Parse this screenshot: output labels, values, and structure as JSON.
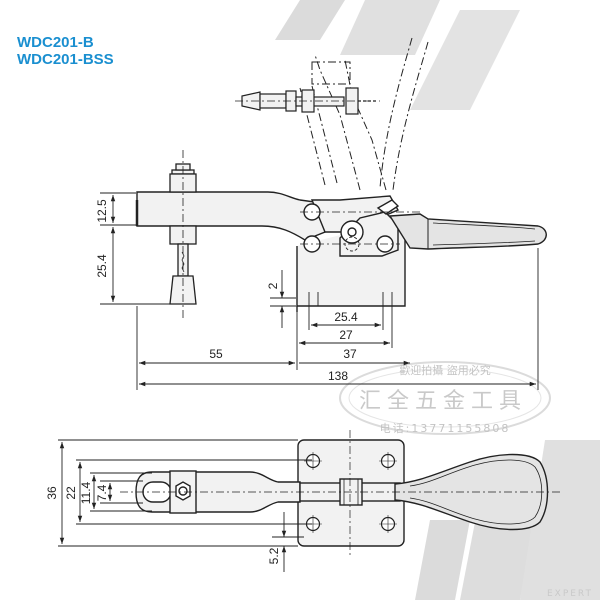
{
  "models": [
    "WDC201-B",
    "WDC201-BSS"
  ],
  "dimensions": {
    "d12_5": "12.5",
    "d25_4_left": "25.4",
    "d2": "2",
    "d25_4": "25.4",
    "d27": "27",
    "d55": "55",
    "d37": "37",
    "d138": "138",
    "d36": "36",
    "d22": "22",
    "d11_4": "11.4",
    "d7_4": "7.4",
    "d5_2": "5.2"
  },
  "watermark": {
    "slogan": "歡迎拍攝 盜用必究",
    "brand": "汇全五金工具",
    "phone": "电话:13771155808",
    "expert": "EXPERT"
  },
  "colors": {
    "title": "#1a8fd0",
    "line": "#222222",
    "part_fill": "#f2f2f2",
    "handle_fill": "#e4e4e4"
  }
}
